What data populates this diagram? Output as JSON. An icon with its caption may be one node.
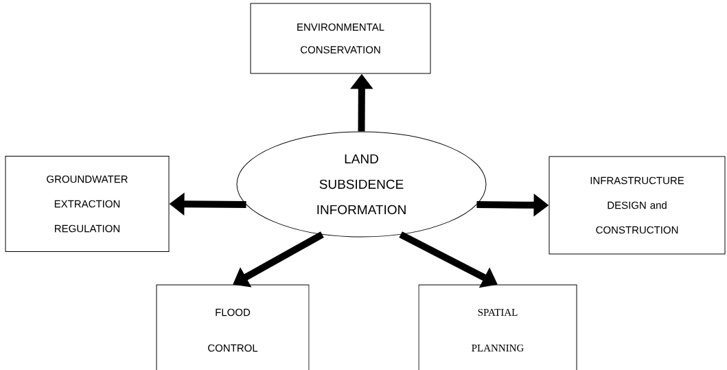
{
  "diagram": {
    "nodes": [
      {
        "text": [
          "LAND SUBSIDENCE INFORMATION"
        ]
      },
      {
        "text": [
          "ENVIRONMENTAL CONSERVATION"
        ]
      },
      {
        "text": [
          "GROUNDWATER EXTRACTION REGULATION"
        ]
      },
      {
        "text": [
          "INFRASTRUCTURE DESIGN and CONSTRUCTION"
        ]
      },
      {
        "text": [
          "FLOOD CONTROL"
        ]
      },
      {
        "text": [
          "SPATIAL PLANNING"
        ]
      }
    ],
    "edges": [
      {
        "from": 0,
        "to": 1,
        "arrow": "to"
      },
      {
        "from": 0,
        "to": 2,
        "arrow": "to"
      },
      {
        "from": 0,
        "to": 3,
        "arrow": "to"
      },
      {
        "from": 0,
        "to": 4,
        "arrow": "to"
      },
      {
        "from": 0,
        "to": 5,
        "arrow": "to"
      }
    ]
  }
}
